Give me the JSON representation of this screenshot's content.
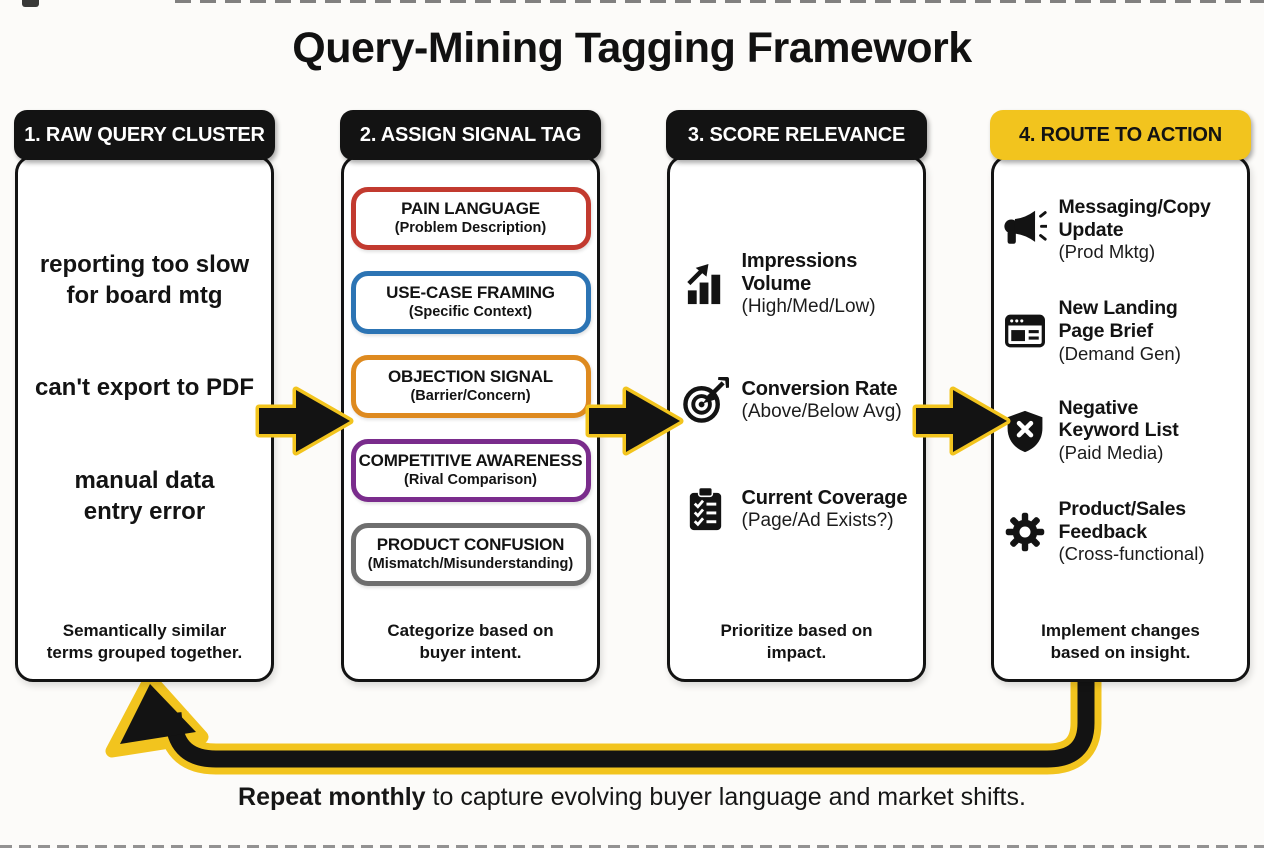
{
  "title": "Query-Mining Tagging Framework",
  "caption": {
    "bold": "Repeat monthly",
    "rest": " to capture evolving buyer language and market shifts."
  },
  "colors": {
    "ink": "#131313",
    "accent_yellow": "#F2C41E",
    "tag_red": "#C23A2F",
    "tag_blue": "#2C74B4",
    "tag_orange": "#DE8A1F",
    "tag_purple": "#7A2C8C",
    "tag_gray": "#6E6E6E"
  },
  "columns": [
    {
      "header": "1. RAW QUERY CLUSTER",
      "queries": [
        "reporting too slow\nfor board mtg",
        "can't export to PDF",
        "manual data\nentry error"
      ],
      "footer": "Semantically similar\nterms grouped together."
    },
    {
      "header": "2. ASSIGN SIGNAL TAG",
      "tags": [
        {
          "title": "PAIN LANGUAGE",
          "subtitle": "(Problem Description)",
          "color": "#C23A2F"
        },
        {
          "title": "USE-CASE FRAMING",
          "subtitle": "(Specific Context)",
          "color": "#2C74B4"
        },
        {
          "title": "OBJECTION SIGNAL",
          "subtitle": "(Barrier/Concern)",
          "color": "#DE8A1F"
        },
        {
          "title": "COMPETITIVE AWARENESS",
          "subtitle": "(Rival Comparison)",
          "color": "#7A2C8C"
        },
        {
          "title": "PRODUCT CONFUSION",
          "subtitle": "(Mismatch/Misunderstanding)",
          "color": "#6E6E6E"
        }
      ],
      "footer": "Categorize based on\nbuyer intent."
    },
    {
      "header": "3. SCORE RELEVANCE",
      "items": [
        {
          "icon": "bar-chart-growth-icon",
          "title": "Impressions\nVolume",
          "subtitle": "(High/Med/Low)"
        },
        {
          "icon": "target-arrow-icon",
          "title": "Conversion Rate",
          "subtitle": "(Above/Below Avg)"
        },
        {
          "icon": "clipboard-checklist-icon",
          "title": "Current Coverage",
          "subtitle": "(Page/Ad Exists?)"
        }
      ],
      "footer": "Prioritize based on\nimpact."
    },
    {
      "header": "4. ROUTE TO ACTION",
      "items": [
        {
          "icon": "megaphone-icon",
          "title": "Messaging/Copy\nUpdate",
          "subtitle": "(Prod Mktg)"
        },
        {
          "icon": "browser-window-icon",
          "title": "New Landing\nPage Brief",
          "subtitle": "(Demand Gen)"
        },
        {
          "icon": "shield-x-icon",
          "title": "Negative\nKeyword List",
          "subtitle": "(Paid Media)"
        },
        {
          "icon": "gear-icon",
          "title": "Product/Sales\nFeedback",
          "subtitle": "(Cross-functional)"
        }
      ],
      "footer": "Implement changes\nbased on insight."
    }
  ]
}
